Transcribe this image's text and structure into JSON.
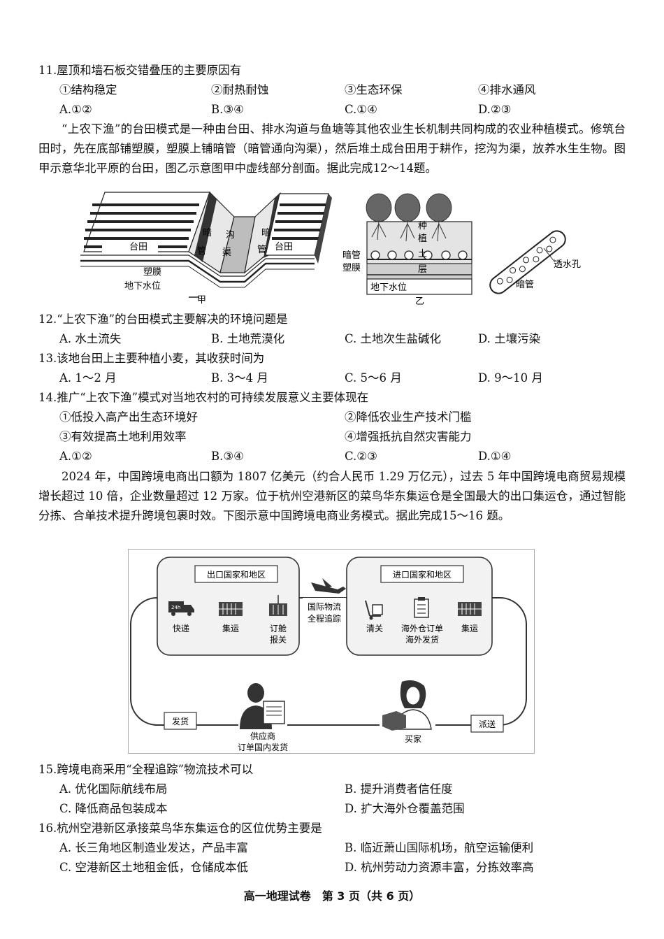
{
  "q11": {
    "stem": "11.屋顶和墙石板交错叠压的主要原因有",
    "items": [
      "①结构稳定",
      "②耐热耐蚀",
      "③生态环保",
      "④排水通风"
    ],
    "options": [
      "A.①②",
      "B.③④",
      "C.①④",
      "D.②③"
    ]
  },
  "intro1": "“上农下渔”的台田模式是一种由台田、排水沟道与鱼塘等其他农业生长机制共同构成的农业种植模式。修筑台田时，先在底部铺塑膜，塑膜上铺暗管（暗管通向沟渠），然后堆土成台田用于耕作，挖沟为渠，放养水生生物。图甲示意华北平原的台田，图乙示意图甲中虚线部分剖面。据此完成12～14题。",
  "fig1": {
    "jia": {
      "taitian_left": "台田",
      "anguan_left": "暗管",
      "gouqu_1": "沟",
      "gouqu_2": "渠",
      "anguan_right": "暗管",
      "taitian_right": "台田",
      "sumo": "塑膜",
      "dixiashui": "地下水位",
      "caption": "甲"
    },
    "yi": {
      "zhong": "种",
      "zhi": "植",
      "tu": "土",
      "ceng": "层",
      "anguan": "暗管",
      "sumo": "塑膜",
      "dixiashui": "地下水位",
      "caption": "乙",
      "toushuikong": "透水孔",
      "anguan_pipe": "暗管"
    }
  },
  "q12": {
    "stem": "12.“上农下渔”的台田模式主要解决的环境问题是",
    "options": [
      "A. 水土流失",
      "B. 土地荒漠化",
      "C. 土地次生盐碱化",
      "D. 土壤污染"
    ]
  },
  "q13": {
    "stem": "13.该地台田上主要种植小麦，其收获时间为",
    "options": [
      "A. 1～2 月",
      "B. 3～4 月",
      "C. 5～6 月",
      "D. 9～10 月"
    ]
  },
  "q14": {
    "stem": "14.推广“上农下渔”模式对当地农村的可持续发展意义主要体现在",
    "items": [
      "①低投入高产出生态环境好",
      "②降低农业生产技术门槛",
      "③有效提高土地利用效率",
      "④增强抵抗自然灾害能力"
    ],
    "options": [
      "A.①②",
      "B.③④",
      "C.②③",
      "D.①④"
    ]
  },
  "intro2": "2024 年，中国跨境电商出口额为 1807 亿美元（约合人民币 1.29 万亿元），过去 5 年中国跨境电商贸易规模增长超过 10 倍，企业数量超过 12 万家。位于杭州空港新区的菜鸟华东集运仓是全国最大的出口集运仓，通过智能分拣、合单技术提升跨境包裹时效。下图示意中国跨境电商业务模式。据此完成15～16 题。",
  "fig2": {
    "export_title": "出口国家和地区",
    "import_title": "进口国家和地区",
    "kuaidi": "快递",
    "jiyun_left": "集运",
    "dingcang_1": "订舱",
    "dingcang_2": "报关",
    "logistics_1": "国际物流",
    "logistics_2": "全程追踪",
    "qingguan": "清关",
    "haiwai_1": "海外仓订单",
    "haiwai_2": "海外发货",
    "jiyun_right": "集运",
    "fahuo": "发货",
    "gongying_1": "供应商",
    "gongying_2": "订单国内发货",
    "maijia": "买家",
    "paisong": "派送",
    "truck_badge": "24h"
  },
  "q15": {
    "stem": "15.跨境电商采用“全程追踪”物流技术可以",
    "options": [
      "A. 优化国际航线布局",
      "B. 提升消费者信任度",
      "C. 降低商品包装成本",
      "D. 扩大海外仓覆盖范围"
    ]
  },
  "q16": {
    "stem": "16.杭州空港新区承接菜鸟华东集运仓的区位优势主要是",
    "options": [
      "A. 长三角地区制造业发达，产品丰富",
      "B. 临近萧山国际机场，航空运输便利",
      "C. 空港新区土地租金低，仓储成本低",
      "D. 杭州劳动力资源丰富，分拣效率高"
    ]
  },
  "footer": "高一地理试卷　第 3 页（共 6 页）"
}
